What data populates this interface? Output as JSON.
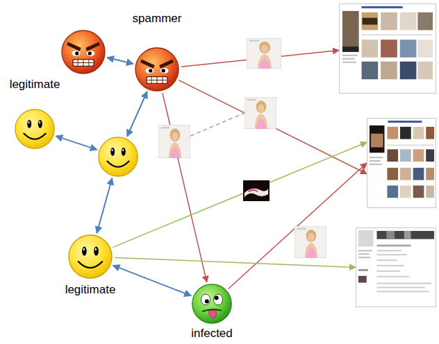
{
  "diagram": {
    "nodes": [
      {
        "text": []
      },
      {
        "text": [
          "spammer"
        ]
      },
      {
        "text": []
      },
      {
        "text": [
          "legitimate"
        ]
      },
      {
        "text": []
      },
      {
        "text": []
      },
      {
        "text": [
          "legitimate"
        ]
      },
      {
        "text": []
      },
      {
        "text": [
          "infected"
        ]
      }
    ],
    "edges": [
      {
        "from": 0,
        "to": 1,
        "arrow": "both"
      },
      {
        "from": 1,
        "to": 4,
        "arrow": "both"
      },
      {
        "from": 3,
        "to": 4,
        "arrow": "both"
      },
      {
        "from": 4,
        "to": 6,
        "arrow": "both"
      },
      {
        "from": 6,
        "to": 8,
        "arrow": "both"
      },
      {
        "from": 1,
        "to": 2,
        "arrow": "to"
      },
      {
        "from": 1,
        "to": 5,
        "arrow": "to"
      },
      {
        "from": 1,
        "to": 8,
        "arrow": "to"
      },
      {
        "from": 8,
        "to": 5,
        "arrow": "to"
      },
      {
        "from": 6,
        "to": 5,
        "arrow": "to"
      },
      {
        "from": 6,
        "to": 7,
        "arrow": "to"
      }
    ]
  }
}
